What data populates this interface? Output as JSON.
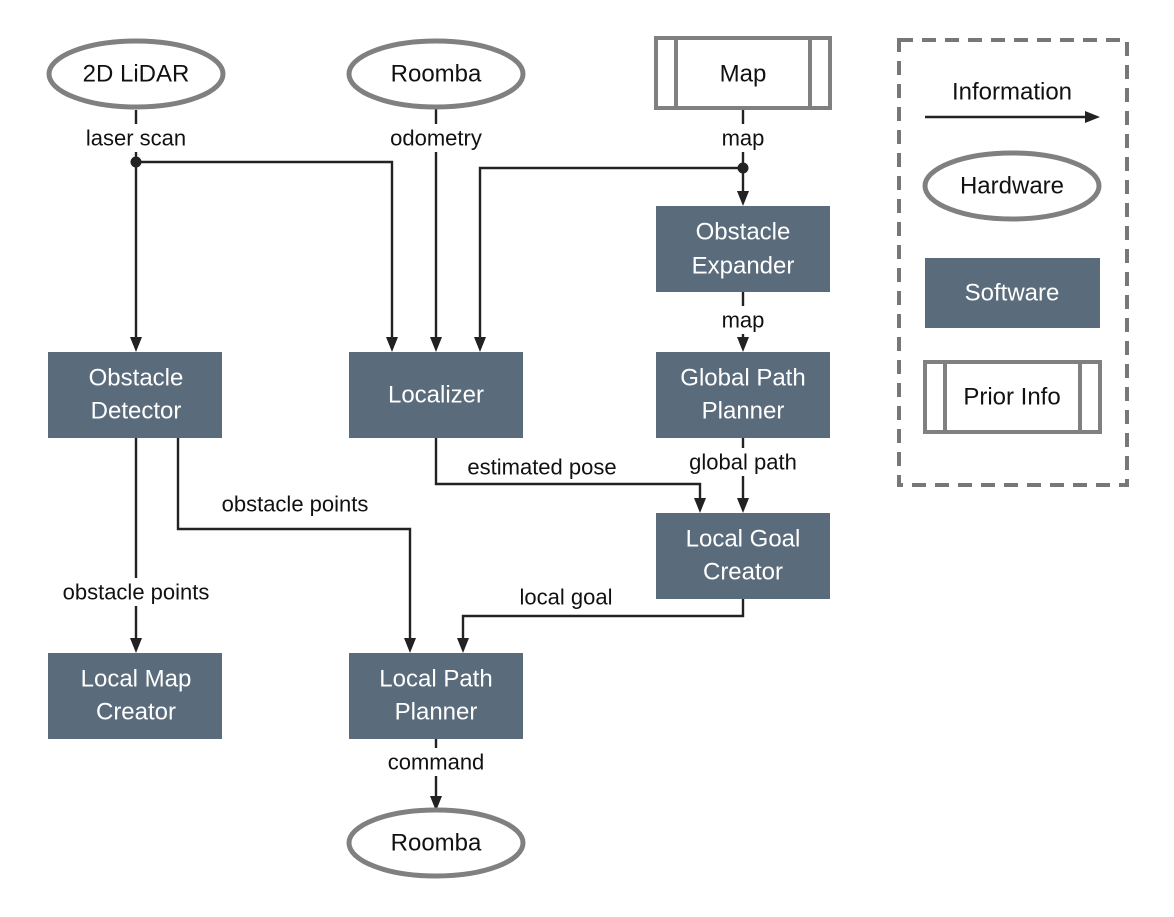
{
  "colors": {
    "software": "#5a6b7b",
    "hardware_border": "#808080",
    "edge": "#222222",
    "software_text": "#ffffff"
  },
  "nodes": {
    "lidar": "2D LiDAR",
    "roomba_top": "Roomba",
    "map": "Map",
    "obstacle_expander": [
      "Obstacle",
      "Expander"
    ],
    "obstacle_detector": [
      "Obstacle",
      "Detector"
    ],
    "localizer": "Localizer",
    "global_path_planner": [
      "Global Path",
      "Planner"
    ],
    "local_goal_creator": [
      "Local Goal",
      "Creator"
    ],
    "local_map_creator": [
      "Local Map",
      "Creator"
    ],
    "local_path_planner": [
      "Local Path",
      "Planner"
    ],
    "roomba_bottom": "Roomba"
  },
  "edges": {
    "laser_scan": "laser scan",
    "odometry": "odometry",
    "map_out": "map",
    "map_expanded": "map",
    "estimated_pose": "estimated pose",
    "global_path": "global path",
    "obstacle_points_right": "obstacle points",
    "obstacle_points_left": "obstacle points",
    "local_goal": "local goal",
    "command": "command"
  },
  "legend": {
    "information": "Information",
    "hardware": "Hardware",
    "software": "Software",
    "prior_info": "Prior Info"
  }
}
